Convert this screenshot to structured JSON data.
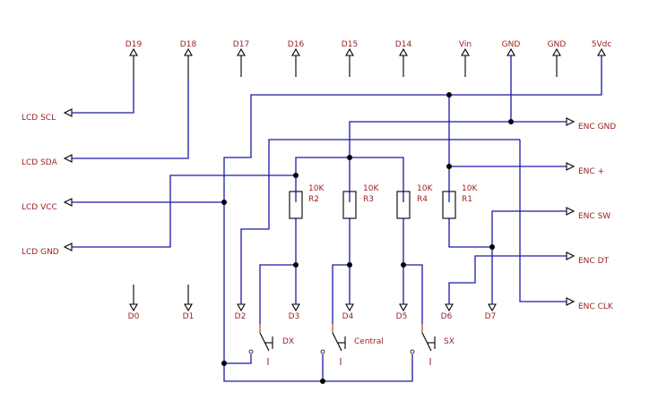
{
  "colors": {
    "wire": "#1a1aa8",
    "label": "#9b1c1c",
    "symbol": "#000000",
    "background": "#ffffff"
  },
  "top_pins": [
    "D19",
    "D18",
    "D17",
    "D16",
    "D15",
    "D14",
    "Vin",
    "GND",
    "GND",
    "5Vdc"
  ],
  "bottom_pins": [
    "D0",
    "D1",
    "D2",
    "D3",
    "D4",
    "D5",
    "D6",
    "D7"
  ],
  "left_ports": [
    "LCD SCL",
    "LCD SDA",
    "LCD VCC",
    "LCD GND"
  ],
  "right_ports": [
    "ENC GND",
    "ENC +",
    "ENC SW",
    "ENC DT",
    "ENC CLK"
  ],
  "resistors": [
    {
      "name": "R2",
      "value": "10K"
    },
    {
      "name": "R3",
      "value": "10K"
    },
    {
      "name": "R4",
      "value": "10K"
    },
    {
      "name": "R1",
      "value": "10K"
    }
  ],
  "switches": [
    {
      "label": "DX"
    },
    {
      "label": "Central"
    },
    {
      "label": "SX"
    }
  ]
}
